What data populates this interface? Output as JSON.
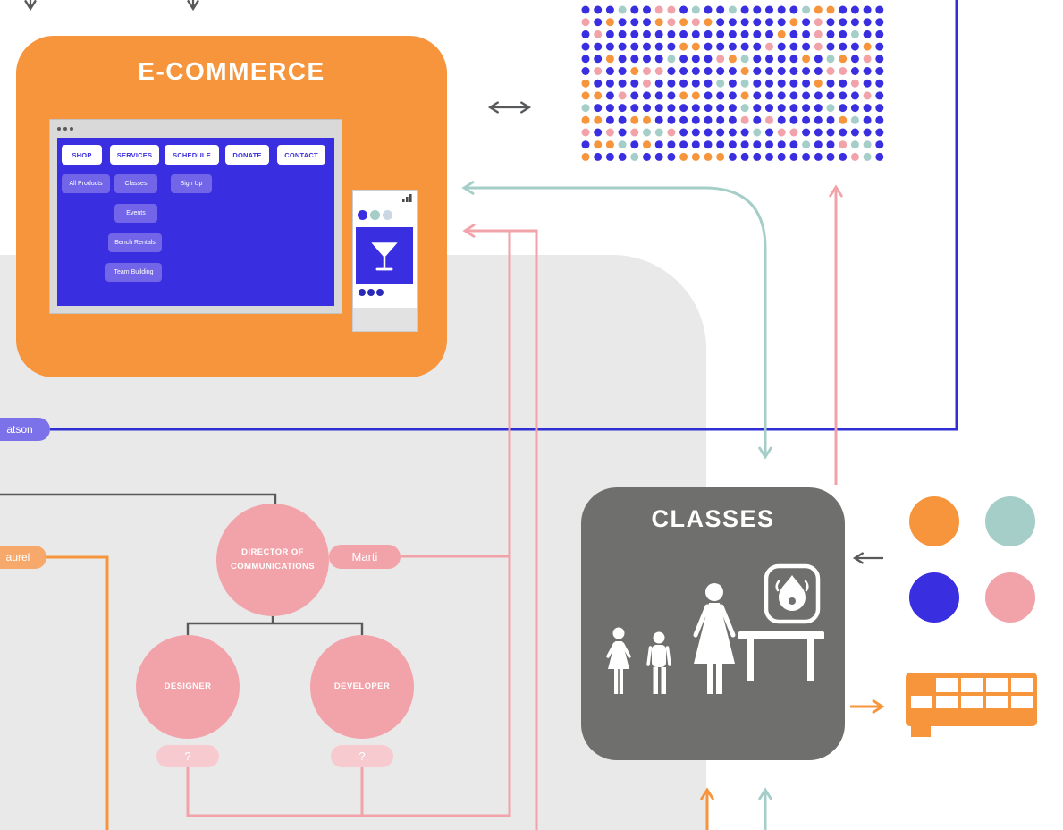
{
  "ecommerce": {
    "title": "E-COMMERCE",
    "browser": {
      "nav": [
        "SHOP",
        "SERVICES",
        "SCHEDULE",
        "DONATE",
        "CONTACT"
      ],
      "level2": [
        "All Products",
        "Classes",
        "Sign Up"
      ],
      "level3": [
        "Events",
        "Bench Rentals",
        "Team Building"
      ]
    }
  },
  "classes": {
    "title": "CLASSES"
  },
  "org_chart": {
    "director": {
      "title_line1": "DIRECTOR OF",
      "title_line2": "COMMUNICATIONS",
      "name": "Marti"
    },
    "designer": {
      "title": "DESIGNER",
      "name": "?"
    },
    "developer": {
      "title": "DEVELOPER",
      "name": "?"
    }
  },
  "name_tags": {
    "upper": "atson",
    "lower": "aurel"
  },
  "palette": [
    {
      "name": "orange",
      "hex": "#F6953C"
    },
    {
      "name": "teal",
      "hex": "#A5CEC8"
    },
    {
      "name": "blue",
      "hex": "#3A2EE1"
    },
    {
      "name": "pink",
      "hex": "#F2A3AA"
    }
  ],
  "colors": {
    "orange": "#F6953C",
    "blue": "#3A2EE1",
    "pink": "#F2A3AA",
    "light_pink": "#F7CACF",
    "teal": "#A5CEC8",
    "gray_box": "#6F6F6E",
    "gray_bg": "#E9E9E9",
    "dark_gray": "#58595B",
    "purple_tag": "#7B72E9",
    "orange_tag": "#F6A96A",
    "blue_line": "#2F2FD3"
  },
  "icons": [
    "martini-glass-icon",
    "signal-bars-icon",
    "window-dots-icon",
    "fire-kiln-icon",
    "woman-figure-icon",
    "girl-figure-icon",
    "boy-figure-icon",
    "work-table-icon",
    "calendar-table-icon",
    "double-arrow-icon"
  ],
  "dot_grid": {
    "cols": 25,
    "rows": 13,
    "dot_diameter": 9,
    "pitch": 13.7,
    "seed": 7,
    "weights": [
      [
        "#3A2EE1",
        0.72
      ],
      [
        "#F6953C",
        0.11
      ],
      [
        "#F2A3AA",
        0.09
      ],
      [
        "#A5CEC8",
        0.08
      ]
    ]
  }
}
